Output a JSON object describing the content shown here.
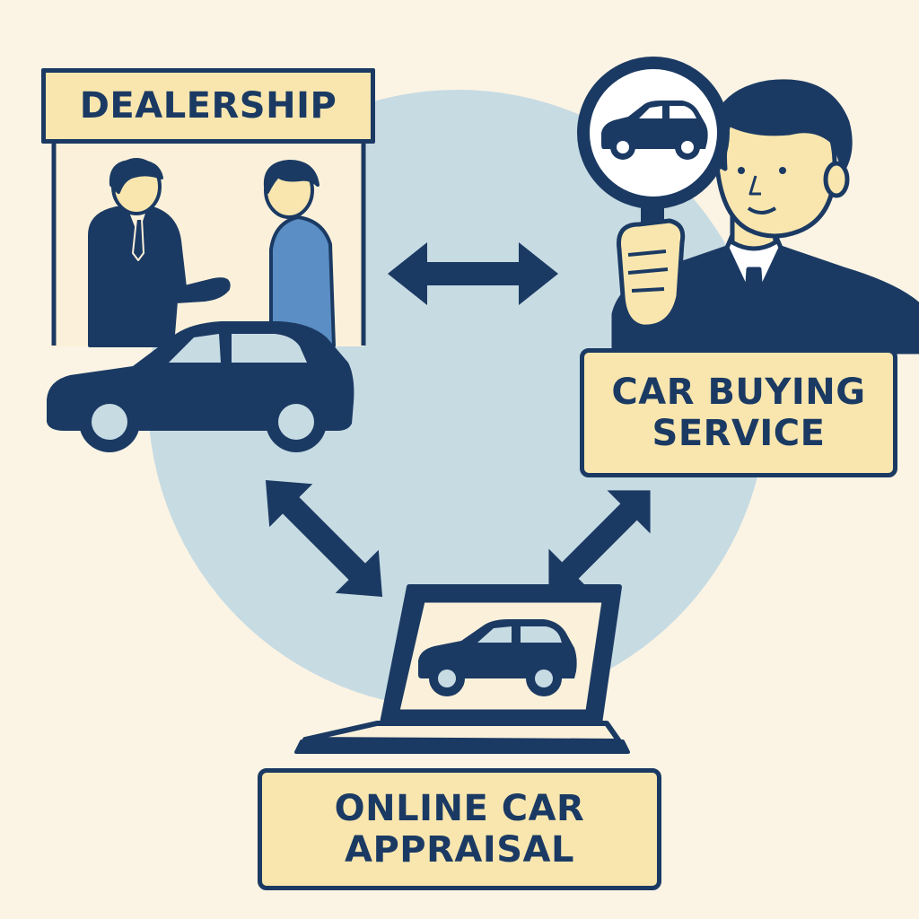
{
  "labels": {
    "dealership": "DEALERSHIP",
    "service": [
      "CAR BUYING",
      "SERVICE"
    ],
    "appraisal": [
      "ONLINE CAR",
      "APPRAISAL"
    ]
  },
  "colors": {
    "background": "#fbf4e4",
    "circle": "#c7dbe3",
    "navy": "#1b3a63",
    "label_fill": "#f8e6ae",
    "skin": "#f8e6ae",
    "customer_blue": "#5a8ec4",
    "booth": "#fbf1da"
  },
  "icons": [
    "handshake-scene",
    "car-icon",
    "magnifier-icon",
    "laptop-icon",
    "double-arrow-icon"
  ]
}
